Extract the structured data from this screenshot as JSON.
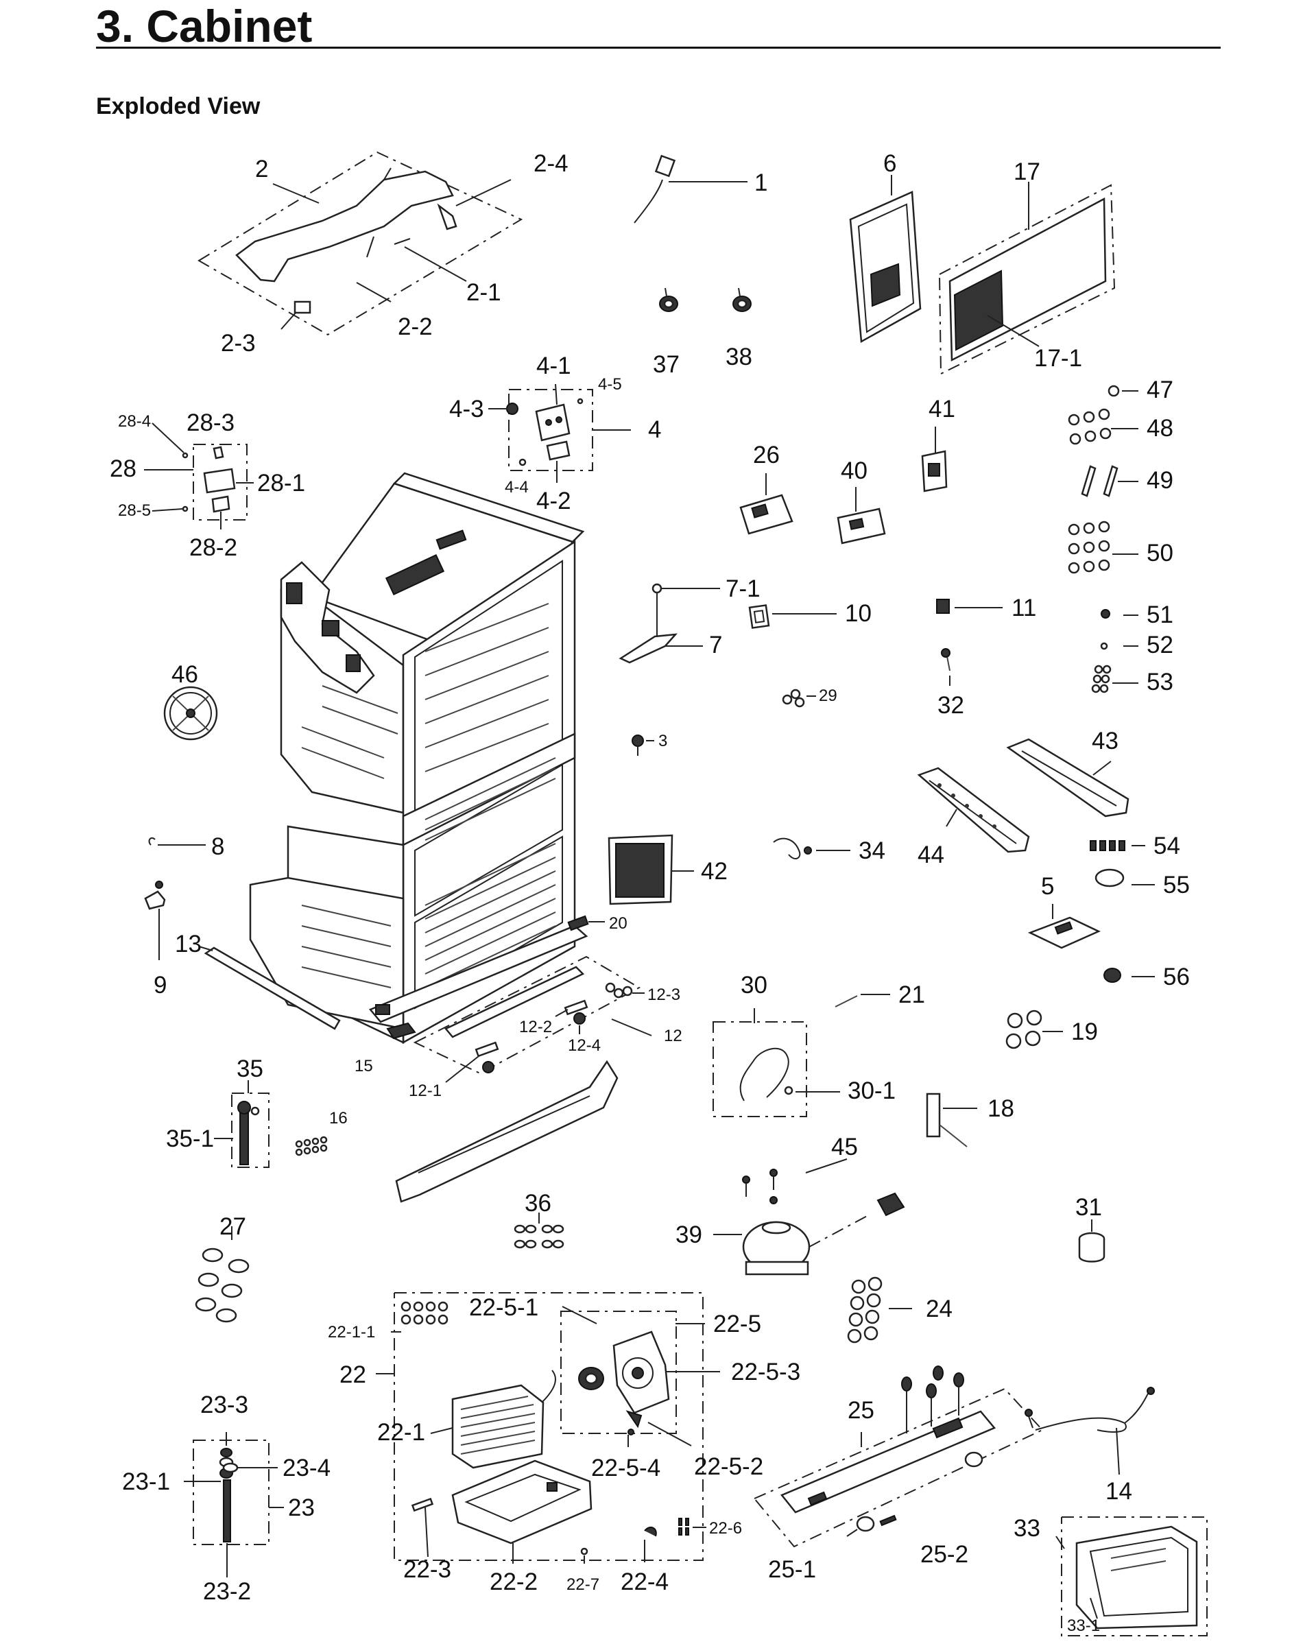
{
  "page": {
    "title": "3.  Cabinet",
    "subtitle": "Exploded View"
  },
  "callouts": {
    "c1": "1",
    "c2": "2",
    "c2_1": "2-1",
    "c2_2": "2-2",
    "c2_3": "2-3",
    "c2_4": "2-4",
    "c3": "3",
    "c4": "4",
    "c4_1": "4-1",
    "c4_2": "4-2",
    "c4_3": "4-3",
    "c4_4": "4-4",
    "c4_5": "4-5",
    "c5": "5",
    "c6": "6",
    "c7": "7",
    "c7_1": "7-1",
    "c8": "8",
    "c9": "9",
    "c10": "10",
    "c11": "11",
    "c12": "12",
    "c12_1": "12-1",
    "c12_2": "12-2",
    "c12_3": "12-3",
    "c12_4": "12-4",
    "c13": "13",
    "c14": "14",
    "c15": "15",
    "c16": "16",
    "c17": "17",
    "c17_1": "17-1",
    "c18": "18",
    "c19": "19",
    "c20": "20",
    "c21": "21",
    "c22": "22",
    "c22_1": "22-1",
    "c22_1_1": "22-1-1",
    "c22_2": "22-2",
    "c22_3": "22-3",
    "c22_4": "22-4",
    "c22_5": "22-5",
    "c22_5_1": "22-5-1",
    "c22_5_2": "22-5-2",
    "c22_5_3": "22-5-3",
    "c22_5_4": "22-5-4",
    "c22_6": "22-6",
    "c22_7": "22-7",
    "c23": "23",
    "c23_1": "23-1",
    "c23_2": "23-2",
    "c23_3": "23-3",
    "c23_4": "23-4",
    "c24": "24",
    "c25": "25",
    "c25_1": "25-1",
    "c25_2": "25-2",
    "c26": "26",
    "c27": "27",
    "c28": "28",
    "c28_1": "28-1",
    "c28_2": "28-2",
    "c28_3": "28-3",
    "c28_4": "28-4",
    "c28_5": "28-5",
    "c29": "29",
    "c30": "30",
    "c30_1": "30-1",
    "c31": "31",
    "c32": "32",
    "c33": "33",
    "c33_1": "33-1",
    "c34": "34",
    "c35": "35",
    "c35_1": "35-1",
    "c36": "36",
    "c37": "37",
    "c38": "38",
    "c39": "39",
    "c40": "40",
    "c41": "41",
    "c42": "42",
    "c43": "43",
    "c44": "44",
    "c45": "45",
    "c46": "46",
    "c47": "47",
    "c48": "48",
    "c49": "49",
    "c50": "50",
    "c51": "51",
    "c52": "52",
    "c53": "53",
    "c54": "54",
    "c55": "55",
    "c56": "56"
  }
}
